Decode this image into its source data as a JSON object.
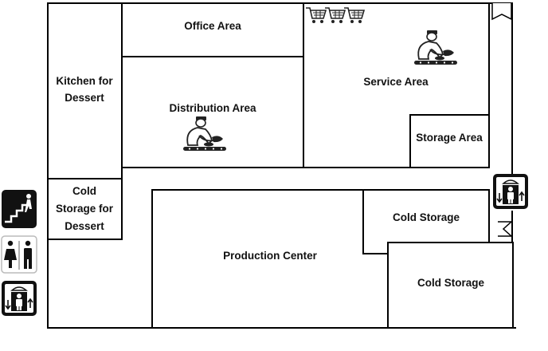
{
  "floor_plan": {
    "rooms": {
      "office_area": "Office Area",
      "kitchen_dessert": [
        "Kitchen for",
        "Dessert"
      ],
      "distribution_area": "Distribution Area",
      "service_area": "Service Area",
      "storage_area": "Storage Area",
      "cold_storage_dessert": [
        "Cold",
        "Storage for",
        "Dessert"
      ],
      "production_center": "Production Center",
      "cold_storage_1": "Cold Storage",
      "cold_storage_2": "Cold Storage"
    },
    "icons": [
      "shopping-cart-icon",
      "worker-at-conveyor-icon",
      "stairs-icon",
      "restroom-icon",
      "elevator-icon",
      "entrance-marker-icon"
    ],
    "colors": {
      "wall": "#000000",
      "background": "#ffffff",
      "icon_dark": "#111111"
    }
  }
}
